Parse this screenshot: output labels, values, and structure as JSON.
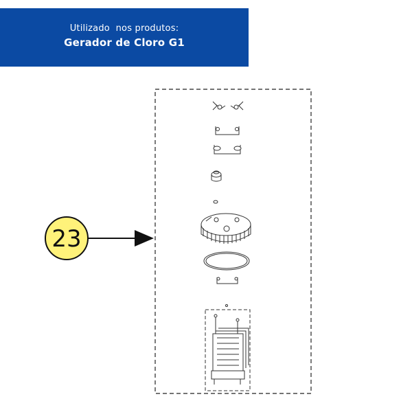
{
  "banner": {
    "line1": "Utilizado  nos produtos:",
    "line2": "Gerador de Cloro G1",
    "background": "#0b4aa3"
  },
  "callout": {
    "number": "23",
    "fill": "#fff27a"
  },
  "parts": [
    "wing-nuts",
    "u-clamp",
    "u-clamp-with-washers",
    "cap-fitting",
    "small-washer",
    "lid-cover",
    "o-ring",
    "lower-clamp",
    "electrode-cell"
  ]
}
